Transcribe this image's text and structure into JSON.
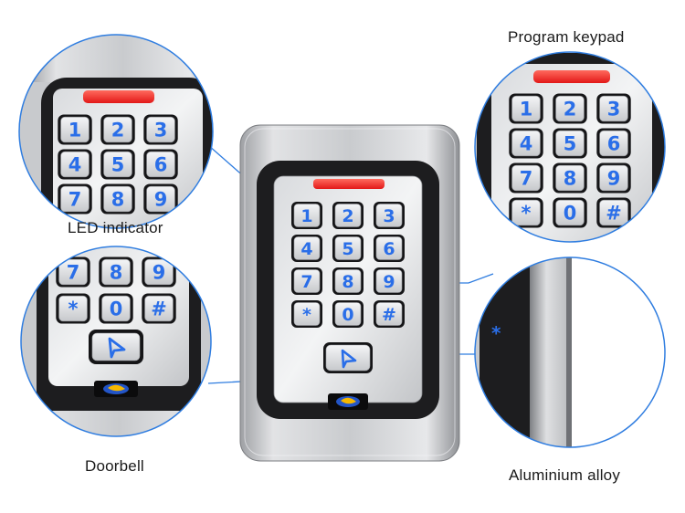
{
  "labels": {
    "program_keypad": "Program keypad",
    "led_indicator": "LED indicator",
    "doorbell": "Doorbell",
    "aluminium_alloy": "Aluminium alloy"
  },
  "keypad": {
    "rows": [
      [
        "1",
        "2",
        "3"
      ],
      [
        "4",
        "5",
        "6"
      ],
      [
        "7",
        "8",
        "9"
      ],
      [
        "*",
        "0",
        "#"
      ]
    ]
  },
  "icons": {
    "doorbell": "bell-arrow-icon",
    "logo": "brand-logo"
  },
  "colors": {
    "callout_line": "#2f7de0",
    "key_text": "#2a6ee8",
    "led": "#ff2a2a",
    "frame": "#1d1d1f"
  }
}
